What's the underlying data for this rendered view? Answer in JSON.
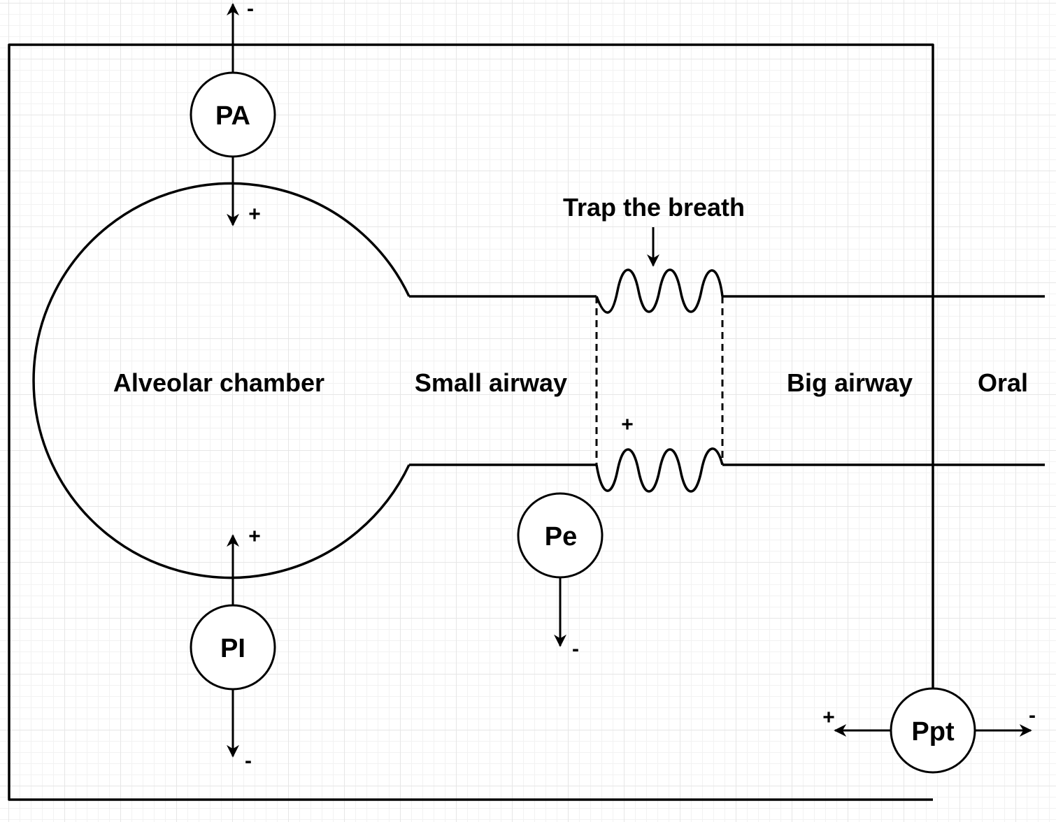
{
  "diagram": {
    "regions": {
      "alveolar": "Alveolar chamber",
      "small_airway": "Small airway",
      "big_airway": "Big airway",
      "oral": "Oral"
    },
    "annotation": "Trap the breath",
    "gauges": {
      "pa": {
        "label": "PA",
        "plus": "+",
        "minus": "-"
      },
      "pi": {
        "label": "PI",
        "plus": "+",
        "minus": "-"
      },
      "pe": {
        "label": "Pe",
        "plus": "+",
        "minus": "-"
      },
      "ppt": {
        "label": "Ppt",
        "plus": "+",
        "minus": "-"
      }
    },
    "colors": {
      "line": "#000000",
      "background": "#ffffff",
      "grid": "#e6e6e6"
    }
  }
}
